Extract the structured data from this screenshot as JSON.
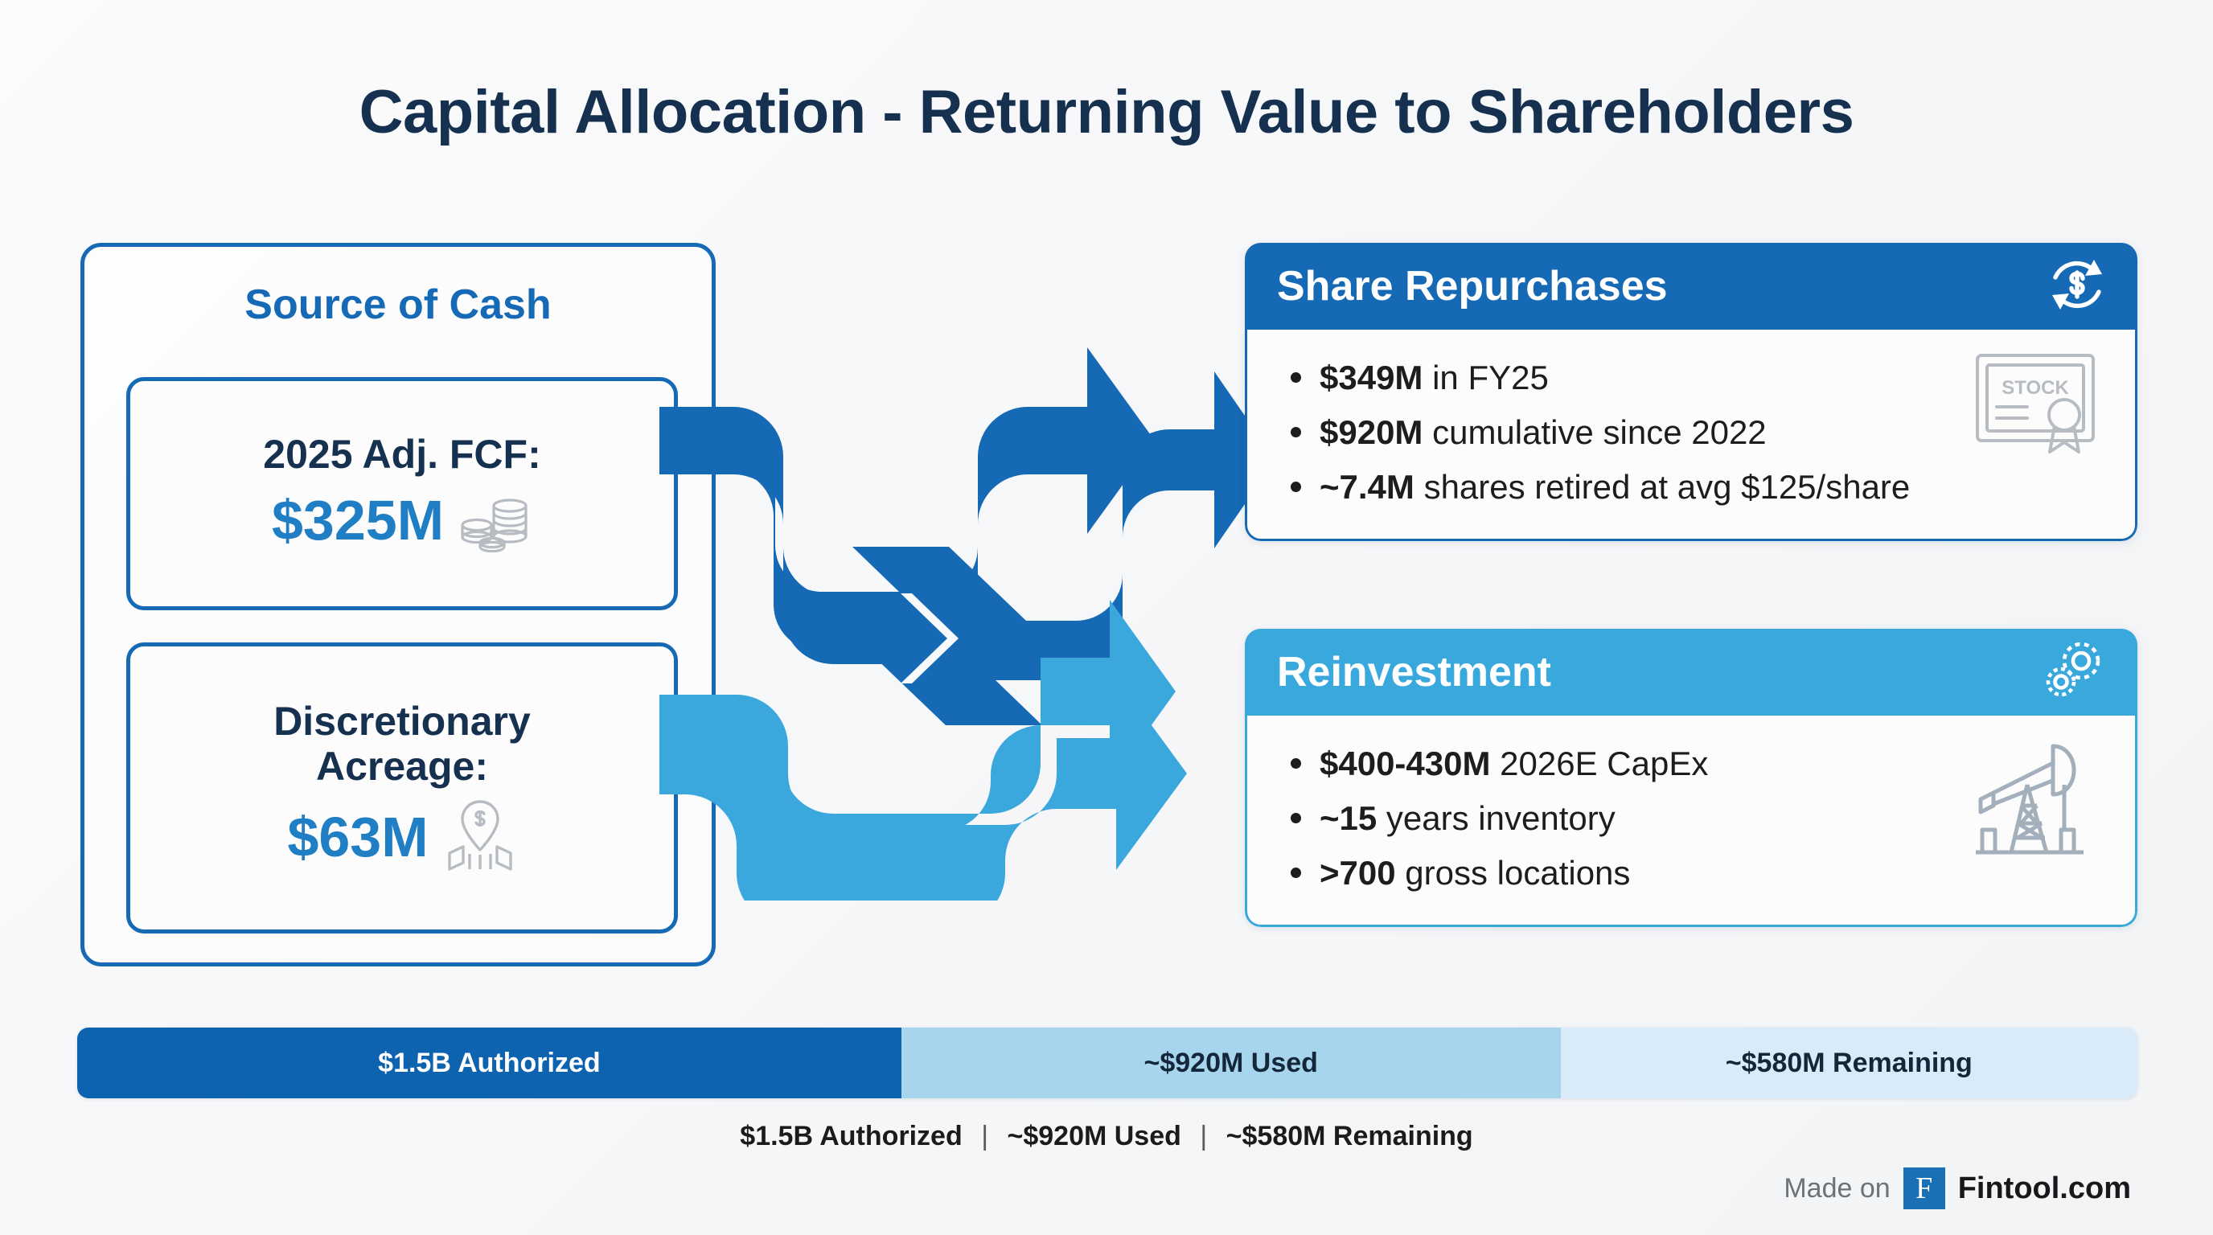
{
  "title": "Capital Allocation - Returning Value to Shareholders",
  "colors": {
    "title": "#16314f",
    "primary_blue": "#1669b5",
    "light_blue": "#38a8dd",
    "value_blue": "#1f7ec4",
    "bar_authorized": "#0e63b0",
    "bar_used": "#a8d5ee",
    "bar_remaining": "#d9ebf8",
    "background": "#f7f8f9"
  },
  "source_panel": {
    "heading": "Source of Cash",
    "cards": [
      {
        "label": "2025 Adj. FCF:",
        "value": "$325M",
        "icon": "coin-stacks-icon"
      },
      {
        "label_line1": "Discretionary",
        "label_line2": "Acreage:",
        "value": "$63M",
        "icon": "map-pin-dollar-icon"
      }
    ]
  },
  "flow": {
    "arrow_top": "arrow-to-share-repurchases",
    "arrow_bottom": "arrow-to-reinvestment",
    "top_color": "#1669b5",
    "bottom_color": "#3aa8dd"
  },
  "cards": [
    {
      "id": "share-repurchases",
      "title": "Share Repurchases",
      "header_icon": "refresh-dollar-icon",
      "body_icon": "stock-certificate-icon",
      "body_icon_label": "STOCK",
      "bullets": [
        {
          "strong": "$349M",
          "rest": " in FY25"
        },
        {
          "strong": "$920M",
          "rest": " cumulative since 2022"
        },
        {
          "strong": "~7.4M",
          "rest": " shares retired at avg $125/share"
        }
      ]
    },
    {
      "id": "reinvestment",
      "title": "Reinvestment",
      "header_icon": "gears-icon",
      "body_icon": "pumpjack-icon",
      "bullets": [
        {
          "strong": "$400-430M",
          "rest": " 2026E CapEx"
        },
        {
          "strong": "~15",
          "rest": " years inventory"
        },
        {
          "strong": ">700",
          "rest": " gross locations"
        }
      ]
    }
  ],
  "progress": {
    "segments": [
      {
        "label": "$1.5B Authorized",
        "percent": 40
      },
      {
        "label": "~$920M Used",
        "percent": 32
      },
      {
        "label": "~$580M Remaining",
        "percent": 28
      }
    ],
    "caption": {
      "part1": "$1.5B Authorized",
      "part2": "~$920M Used",
      "part3": "~$580M Remaining",
      "divider": "|"
    }
  },
  "footer": {
    "made_on": "Made on",
    "logo_letter": "F",
    "brand": "Fintool.com"
  },
  "chart_data": {
    "type": "bar",
    "title": "Share Repurchase Authorization Utilization",
    "categories": [
      "$1.5B Authorized",
      "~$920M Used",
      "~$580M Remaining"
    ],
    "values": [
      1500,
      920,
      580
    ],
    "unit": "$M",
    "segment_widths_pct": [
      40,
      32,
      28
    ],
    "xlabel": "",
    "ylabel": "",
    "legend": "none"
  }
}
